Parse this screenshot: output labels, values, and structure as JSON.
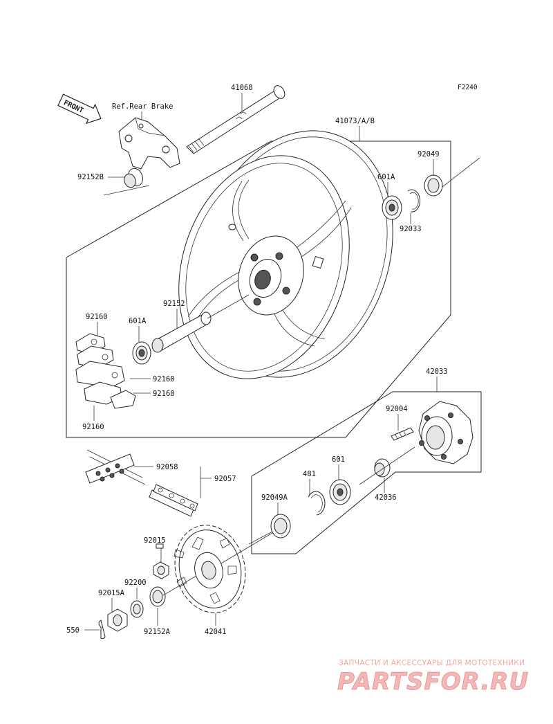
{
  "figure_code": "F2240",
  "front_label": "FRONT",
  "ref_label": "Ref.Rear Brake",
  "callouts": {
    "p41068": "41068",
    "p41073": "41073/A/B",
    "p92049": "92049",
    "p601A_top": "601A",
    "p92033": "92033",
    "p92152B": "92152B",
    "p92152": "92152",
    "p601A_left": "601A",
    "p92160_a": "92160",
    "p92160_b": "92160",
    "p92160_c": "92160",
    "p92160_d": "92160",
    "p42033": "42033",
    "p92004": "92004",
    "p92058": "92058",
    "p92057": "92057",
    "p481": "481",
    "p601": "601",
    "p92049A": "92049A",
    "p42036": "42036",
    "p92015": "92015",
    "p92200": "92200",
    "p92015A": "92015A",
    "p550": "550",
    "p92152A": "92152A",
    "p42041": "42041"
  },
  "watermark": {
    "tagline": "ЗАПЧАСТИ И АКСЕССУАРЫ ДЛЯ МОТОТЕХНИКИ",
    "logo": "PARTSFOR.RU"
  }
}
